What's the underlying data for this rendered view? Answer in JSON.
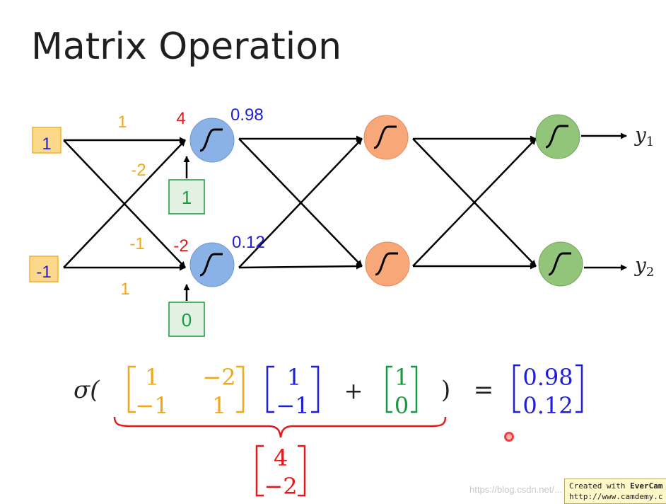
{
  "slide": {
    "title": "Matrix Operation"
  },
  "network": {
    "inputs": [
      "1",
      "-1"
    ],
    "weights_top": [
      "1",
      "-2"
    ],
    "weights_bottom": [
      "-1",
      "1"
    ],
    "pre_activations": [
      "4",
      "-2"
    ],
    "biases": [
      "1",
      "0"
    ],
    "activations": [
      "0.98",
      "0.12"
    ],
    "outputs": [
      {
        "main": "y",
        "sub": "1"
      },
      {
        "main": "y",
        "sub": "2"
      }
    ]
  },
  "equation": {
    "sigma": "σ(",
    "close_paren": ")",
    "plus": "+",
    "equals": "=",
    "weight_matrix": [
      [
        "1",
        "−2"
      ],
      [
        "−1",
        "1"
      ]
    ],
    "input_vector": [
      "1",
      "−1"
    ],
    "bias_vector": [
      "1",
      "0"
    ],
    "result_vector": [
      "0.98",
      "0.12"
    ],
    "intermediate_vector": [
      "4",
      "−2"
    ]
  },
  "overlay": {
    "watermark": "https://blog.csdn.net/...",
    "camtasia_line1_prefix": "Created with ",
    "camtasia_line1_brand": "EverCam",
    "camtasia_line2": "http://www.camdemy.c"
  },
  "colors": {
    "orange": "#f0a818",
    "input_box_fill": "#fcd98a",
    "blue": "#1f1fd8",
    "red": "#e81818",
    "green": "#189a40",
    "green_box_fill": "#e2f2e2",
    "neuron_blue": "#8ab2e6",
    "neuron_orange": "#f8a878",
    "neuron_green": "#92c47a"
  }
}
